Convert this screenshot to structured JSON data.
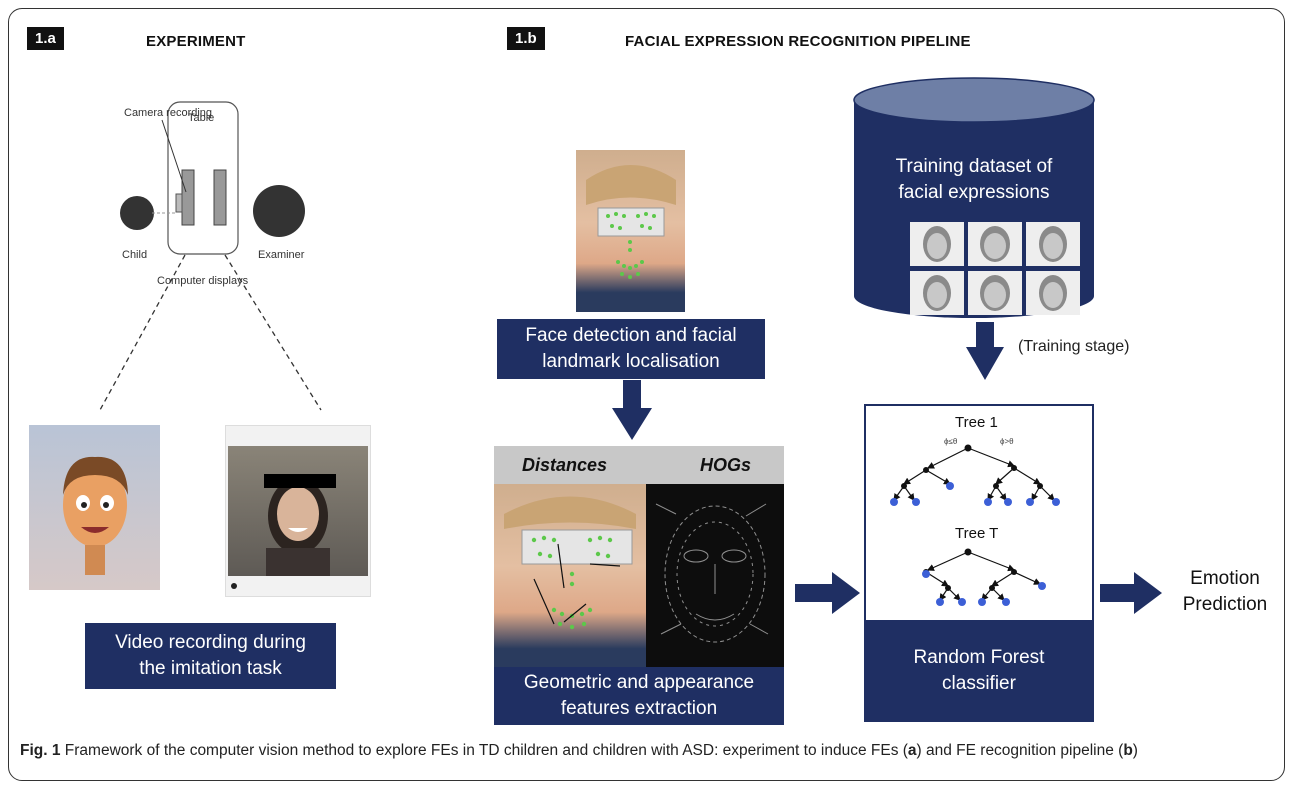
{
  "figure": {
    "panel_a": {
      "tag": "1.a",
      "heading": "EXPERIMENT",
      "setup_labels": {
        "camera": "Camera recording",
        "table": "Table",
        "child": "Child",
        "examiner": "Examiner",
        "displays": "Computer displays"
      },
      "video_box": "Video recording during\nthe imitation task"
    },
    "panel_b": {
      "tag": "1.b",
      "heading": "FACIAL EXPRESSION RECOGNITION PIPELINE",
      "face_detection": "Face detection and facial\nlandmark localisation",
      "distances_label": "Distances",
      "hogs_label": "HOGs",
      "features_box": "Geometric and appearance\nfeatures extraction",
      "dataset_label": "Training dataset of\nfacial expressions",
      "training_stage": "(Training stage)",
      "tree1": "Tree 1",
      "treeT": "Tree T",
      "tree_cond_left": "ϕ≤θ",
      "tree_cond_right": "ϕ>θ",
      "rf_box": "Random Forest\nclassifier",
      "output": "Emotion\nPrediction"
    },
    "caption": {
      "fig_label": "Fig. 1",
      "text_1": " Framework of the computer vision method to explore FEs in TD children and children with ASD: experiment to induce FEs (",
      "a": "a",
      "text_2": ") and FE recognition pipeline (",
      "b": "b",
      "text_3": ")"
    }
  },
  "colors": {
    "navy": "#1f2f63",
    "landmark": "#5cc84a",
    "node": "#3c5fd6"
  }
}
